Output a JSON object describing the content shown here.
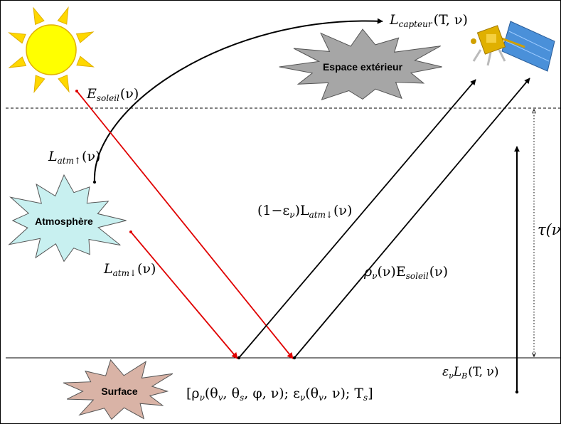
{
  "labels": {
    "space": "Espace extérieur",
    "atmosphere": "Atmosphère",
    "surface": "Surface"
  },
  "equations": {
    "sensor_radiance": [
      "L",
      "capteur",
      "(T, ν)"
    ],
    "solar_irradiance": [
      "E",
      "soleil",
      "(ν)"
    ],
    "atm_upward": [
      "L",
      "atm↑",
      "(ν)"
    ],
    "atm_downward": [
      "L",
      "atm↓",
      "(ν)"
    ],
    "reflected_atm": [
      "(1−ε",
      "ν",
      ")L",
      "atm↓",
      "(ν)"
    ],
    "reflected_solar": [
      "ρ",
      "ν",
      "(ν)E",
      "soleil",
      "(ν)"
    ],
    "tau": "τ(ν",
    "emission": [
      "ε",
      "ν",
      "L",
      "B",
      "(T, ν)"
    ],
    "surface_params": [
      "[ρ",
      "ν",
      "(θ",
      "v",
      ", θ",
      "s",
      ", φ, ν); ε",
      "ν",
      "(θ",
      "v",
      ", ν); T",
      "s",
      "]"
    ]
  },
  "colors": {
    "sun_fill": "#ffff00",
    "sun_ray": "#ffd800",
    "sun_stroke": "#e0b000",
    "space_burst": "#a6a6a6",
    "atmosphere_burst": "#c8f0f0",
    "surface_burst": "#d9b3a6",
    "solar_path": "#e00000",
    "radiance_path": "#000000"
  },
  "icons": [
    "sun-icon",
    "satellite-icon"
  ]
}
